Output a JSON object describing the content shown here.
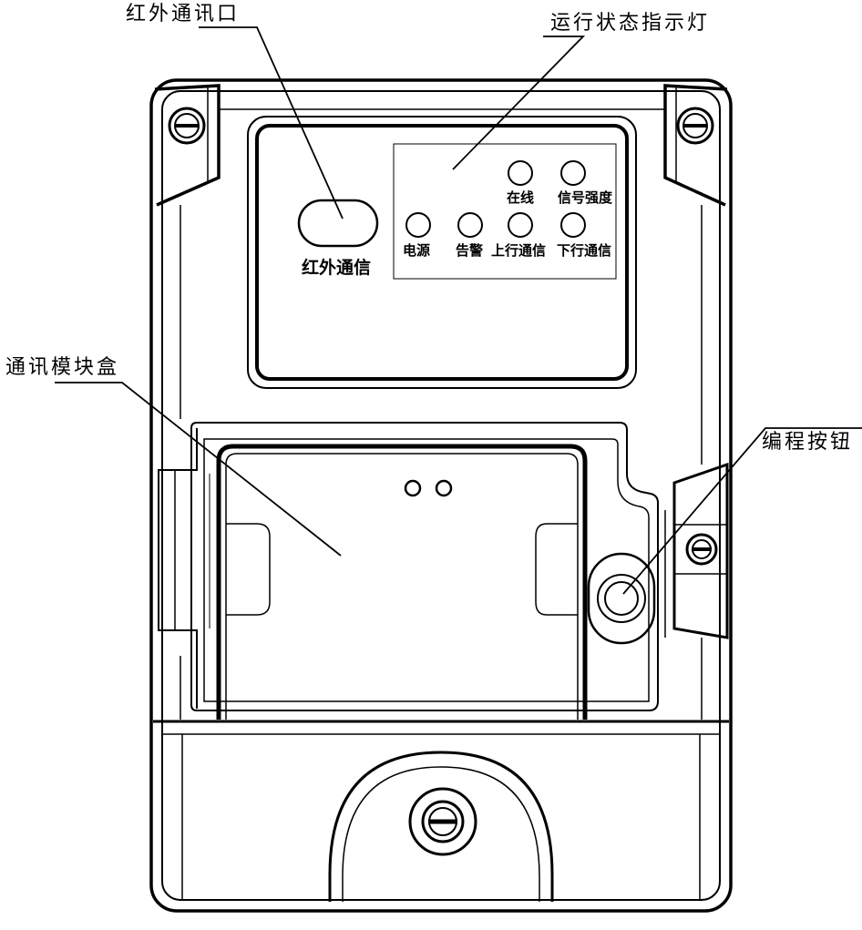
{
  "callouts": {
    "ir_port": "红外通讯口",
    "status_leds": "运行状态指示灯",
    "module_box": "通讯模块盒",
    "prog_button": "编程按钮"
  },
  "panel": {
    "ir_label": "红外通信",
    "leds": {
      "online": "在线",
      "signal": "信号强度",
      "power": "电源",
      "alarm": "告警",
      "uplink": "上行通信",
      "downlink": "下行通信"
    }
  }
}
